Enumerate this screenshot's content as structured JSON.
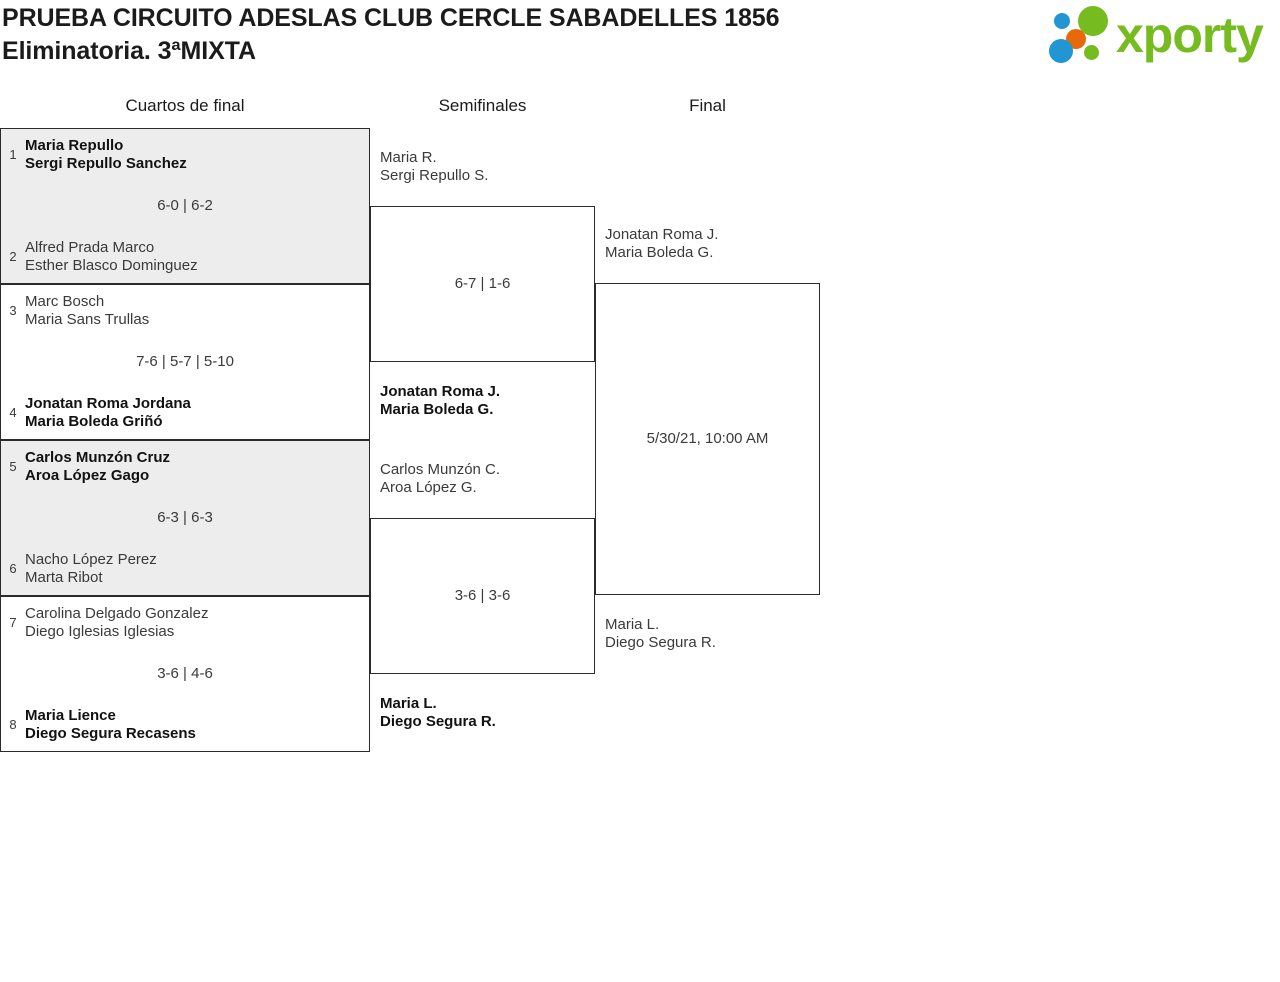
{
  "header": {
    "title_line_1": "PRUEBA CIRCUITO ADESLAS CLUB CERCLE SABADELLES 1856",
    "title_line_2": "Eliminatoria. 3ªMIXTA",
    "logo_text": "xporty",
    "logo_colors": {
      "green": "#76bc21",
      "blue": "#2196d3",
      "orange": "#e8690b"
    }
  },
  "rounds": [
    {
      "label": "Cuartos de final"
    },
    {
      "label": "Semifinales"
    },
    {
      "label": "Final"
    }
  ],
  "quarterfinals": [
    {
      "seed_top": "1",
      "top_p1": "Maria Repullo",
      "top_p2": "Sergi Repullo Sanchez",
      "seed_bottom": "2",
      "bottom_p1": "Alfred Prada Marco",
      "bottom_p2": "Esther Blasco Dominguez",
      "score": "6-0 | 6-2",
      "winner": "top"
    },
    {
      "seed_top": "3",
      "top_p1": "Marc Bosch",
      "top_p2": "Maria Sans Trullas",
      "seed_bottom": "4",
      "bottom_p1": "Jonatan Roma Jordana",
      "bottom_p2": "Maria Boleda Griñó",
      "score": "7-6 | 5-7 | 5-10",
      "winner": "bottom"
    },
    {
      "seed_top": "5",
      "top_p1": "Carlos Munzón Cruz",
      "top_p2": "Aroa López Gago",
      "seed_bottom": "6",
      "bottom_p1": "Nacho López Perez",
      "bottom_p2": "Marta Ribot",
      "score": "6-3 | 6-3",
      "winner": "top"
    },
    {
      "seed_top": "7",
      "top_p1": "Carolina Delgado Gonzalez",
      "top_p2": "Diego Iglesias Iglesias",
      "seed_bottom": "8",
      "bottom_p1": "Maria Lience",
      "bottom_p2": "Diego Segura Recasens",
      "score": "3-6 | 4-6",
      "winner": "bottom"
    }
  ],
  "semifinals": [
    {
      "top_p1": "Maria R.",
      "top_p2": "Sergi Repullo S.",
      "bottom_p1": "Jonatan Roma J.",
      "bottom_p2": "Maria Boleda G.",
      "score": "6-7 | 1-6",
      "winner": "bottom"
    },
    {
      "top_p1": "Carlos Munzón C.",
      "top_p2": "Aroa López G.",
      "bottom_p1": "Maria L.",
      "bottom_p2": "Diego Segura R.",
      "score": "3-6 | 3-6",
      "winner": "bottom"
    }
  ],
  "final": {
    "top_p1": "Jonatan Roma J.",
    "top_p2": "Maria Boleda G.",
    "bottom_p1": "Maria L.",
    "bottom_p2": "Diego Segura R.",
    "schedule": "5/30/21, 10:00 AM",
    "winner": "none"
  }
}
